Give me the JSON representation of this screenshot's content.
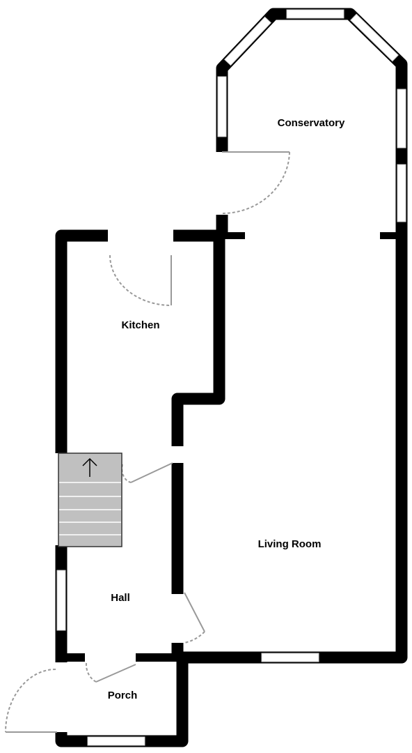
{
  "rooms": {
    "conservatory": "Conservatory",
    "kitchen": "Kitchen",
    "living_room": "Living Room",
    "hall": "Hall",
    "porch": "Porch"
  },
  "colors": {
    "wall": "#000000",
    "window_fill": "#ffffff",
    "window_outline": "#cccccc",
    "door_leaf": "#999999",
    "door_swing": "#999999",
    "stair_fill": "#c0c0c0",
    "stair_line": "#ffffff",
    "stair_outline": "#333333"
  },
  "icons": {
    "stairs_arrow": "arrow-up-icon"
  }
}
